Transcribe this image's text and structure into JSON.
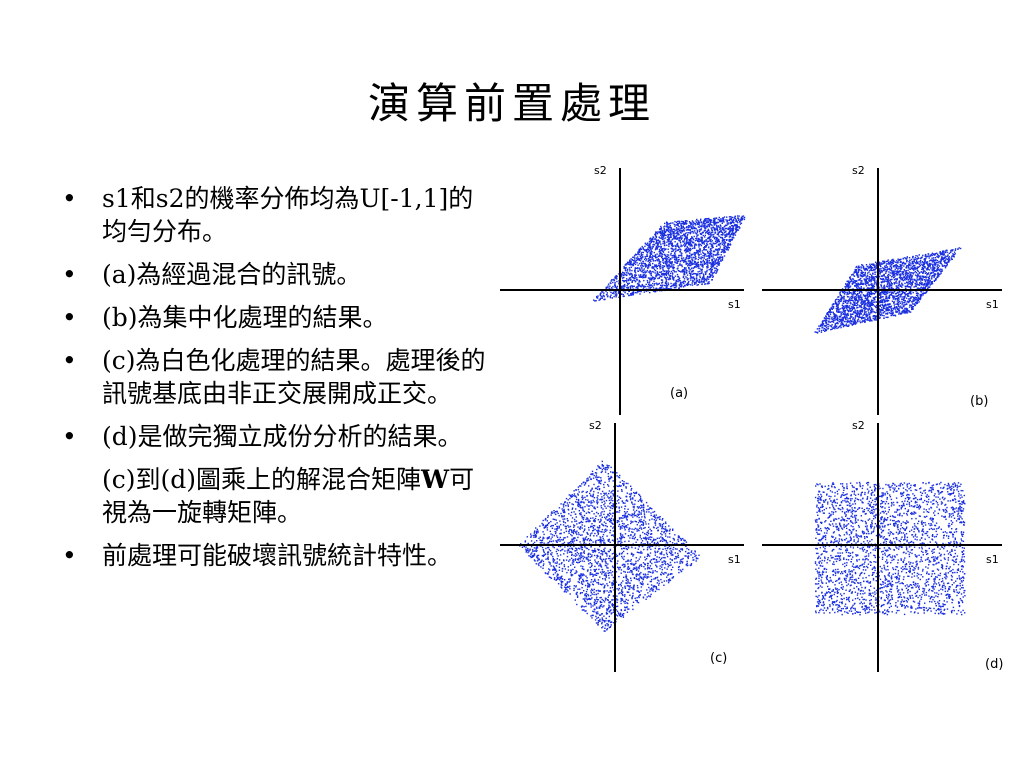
{
  "slide": {
    "title": "演算前置處理",
    "bullets": [
      {
        "text": "s1和s2的機率分佈均為U[-1,1]的均勻分布。"
      },
      {
        "text": "(a)為經過混合的訊號。"
      },
      {
        "text": "(b)為集中化處理的結果。"
      },
      {
        "text": "(c)為白色化處理的結果。處理後的訊號基底由非正交展開成正交。"
      },
      {
        "text": "(d)是做完獨立成份分析的結果。"
      }
    ],
    "continuation": {
      "pre": "(c)到(d)圖乘上的解混合矩陣",
      "bold": "W",
      "post": "可視為一旋轉矩陣。"
    },
    "last_bullet": {
      "text": "前處理可能破壞訊號統計特性。"
    },
    "bullet_glyph": "•"
  },
  "colors": {
    "points": "#1a2fe0",
    "axes": "#000000",
    "background": "#ffffff"
  },
  "chart_data": [
    {
      "type": "scatter",
      "panel_label": "(a)",
      "xlabel": "s1",
      "ylabel": "s2",
      "region": [
        [
          -0.4,
          -0.15
        ],
        [
          1.25,
          0.1
        ],
        [
          1.75,
          1.05
        ],
        [
          0.6,
          0.95
        ]
      ]
    },
    {
      "type": "scatter",
      "panel_label": "(b)",
      "xlabel": "s1",
      "ylabel": "s2",
      "region": [
        [
          -0.9,
          -0.6
        ],
        [
          0.45,
          -0.3
        ],
        [
          1.15,
          0.6
        ],
        [
          -0.3,
          0.35
        ]
      ]
    },
    {
      "type": "scatter",
      "panel_label": "(c)",
      "xlabel": "s1",
      "ylabel": "s2",
      "region": [
        [
          -0.1,
          0.75
        ],
        [
          0.75,
          -0.1
        ],
        [
          -0.1,
          -0.75
        ],
        [
          -0.85,
          0.0
        ]
      ]
    },
    {
      "type": "scatter",
      "panel_label": "(d)",
      "xlabel": "s1",
      "ylabel": "s2",
      "region": [
        [
          -0.55,
          0.55
        ],
        [
          0.75,
          0.55
        ],
        [
          0.75,
          -0.6
        ],
        [
          -0.55,
          -0.6
        ]
      ]
    }
  ]
}
